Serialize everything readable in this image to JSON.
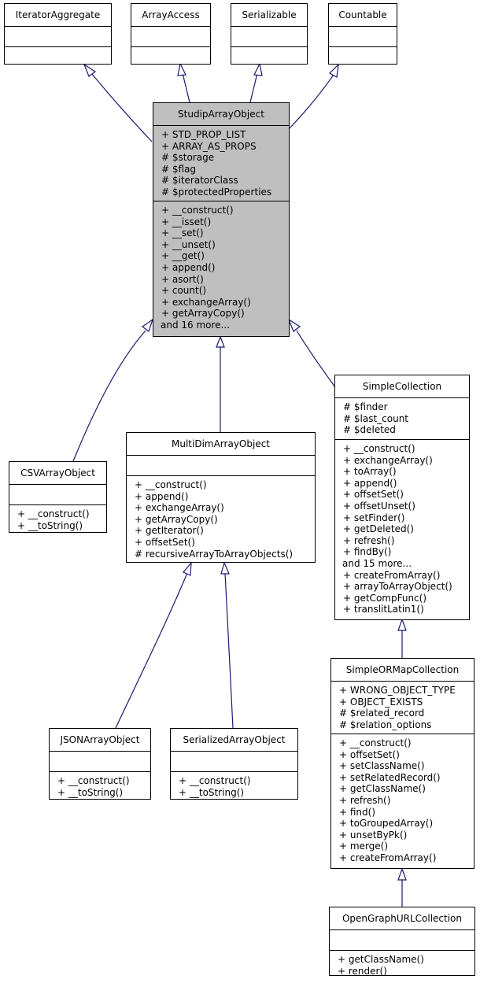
{
  "classes": {
    "iterator_aggregate": {
      "name": "IteratorAggregate",
      "attributes": [],
      "methods": []
    },
    "array_access": {
      "name": "ArrayAccess",
      "attributes": [],
      "methods": []
    },
    "serializable": {
      "name": "Serializable",
      "attributes": [],
      "methods": []
    },
    "countable": {
      "name": "Countable",
      "attributes": [],
      "methods": []
    },
    "studip_array_object": {
      "name": "StudipArrayObject",
      "attributes": [
        "+ STD_PROP_LIST",
        "+ ARRAY_AS_PROPS",
        "# $storage",
        "# $flag",
        "# $iteratorClass",
        "# $protectedProperties"
      ],
      "methods": [
        "+ __construct()",
        "+ __isset()",
        "+ __set()",
        "+ __unset()",
        "+ __get()",
        "+ append()",
        "+ asort()",
        "+ count()",
        "+ exchangeArray()",
        "+ getArrayCopy()",
        "and 16 more..."
      ]
    },
    "csv_array_object": {
      "name": "CSVArrayObject",
      "attributes": [],
      "methods": [
        "+ __construct()",
        "+ __toString()"
      ]
    },
    "multi_dim_array_object": {
      "name": "MultiDimArrayObject",
      "attributes": [],
      "methods": [
        "+ __construct()",
        "+ append()",
        "+ exchangeArray()",
        "+ getArrayCopy()",
        "+ getIterator()",
        "+ offsetSet()",
        "# recursiveArrayToArrayObjects()"
      ]
    },
    "simple_collection": {
      "name": "SimpleCollection",
      "attributes": [
        "# $finder",
        "# $last_count",
        "# $deleted"
      ],
      "methods": [
        "+ __construct()",
        "+ exchangeArray()",
        "+ toArray()",
        "+ append()",
        "+ offsetSet()",
        "+ offsetUnset()",
        "+ setFinder()",
        "+ getDeleted()",
        "+ refresh()",
        "+ findBy()",
        "and 15 more...",
        "+ createFromArray()",
        "+ arrayToArrayObject()",
        "+ getCompFunc()",
        "+ translitLatin1()"
      ]
    },
    "json_array_object": {
      "name": "JSONArrayObject",
      "attributes": [],
      "methods": [
        "+ __construct()",
        "+ __toString()"
      ]
    },
    "serialized_array_object": {
      "name": "SerializedArrayObject",
      "attributes": [],
      "methods": [
        "+ __construct()",
        "+ __toString()"
      ]
    },
    "simple_ormap_collection": {
      "name": "SimpleORMapCollection",
      "attributes": [
        "+ WRONG_OBJECT_TYPE",
        "+ OBJECT_EXISTS",
        "# $related_record",
        "# $relation_options"
      ],
      "methods": [
        "+ __construct()",
        "+ offsetSet()",
        "+ setClassName()",
        "+ setRelatedRecord()",
        "+ getClassName()",
        "+ refresh()",
        "+ find()",
        "+ toGroupedArray()",
        "+ unsetByPk()",
        "+ merge()",
        "+ createFromArray()"
      ]
    },
    "open_graph_url_collection": {
      "name": "OpenGraphURLCollection",
      "attributes": [],
      "methods": [
        "+ getClassName()",
        "+ render()"
      ]
    }
  },
  "inheritance": [
    {
      "child": "studip_array_object",
      "parent": "iterator_aggregate"
    },
    {
      "child": "studip_array_object",
      "parent": "array_access"
    },
    {
      "child": "studip_array_object",
      "parent": "serializable"
    },
    {
      "child": "studip_array_object",
      "parent": "countable"
    },
    {
      "child": "csv_array_object",
      "parent": "studip_array_object"
    },
    {
      "child": "multi_dim_array_object",
      "parent": "studip_array_object"
    },
    {
      "child": "simple_collection",
      "parent": "studip_array_object"
    },
    {
      "child": "json_array_object",
      "parent": "multi_dim_array_object"
    },
    {
      "child": "serialized_array_object",
      "parent": "multi_dim_array_object"
    },
    {
      "child": "simple_ormap_collection",
      "parent": "simple_collection"
    },
    {
      "child": "open_graph_url_collection",
      "parent": "simple_ormap_collection"
    }
  ],
  "colors": {
    "edge": "#191970",
    "current_class_fill": "#bfbfbf",
    "border": "#000000"
  }
}
